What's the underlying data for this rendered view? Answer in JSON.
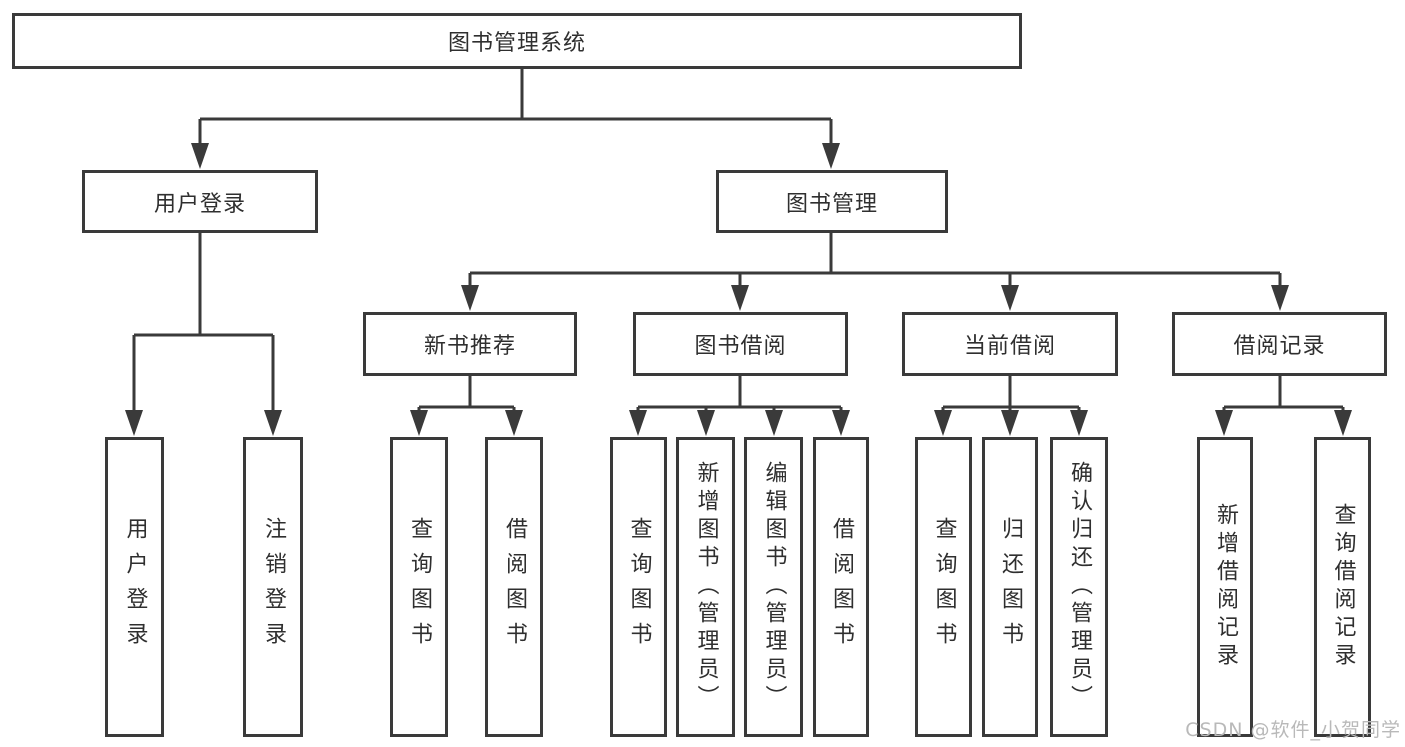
{
  "diagram": {
    "title": "图书管理系统",
    "colors": {
      "line": "#3a3a3a",
      "text": "#2f2f2f",
      "background": "#ffffff",
      "watermark": "#b9b9b9"
    },
    "level2": [
      {
        "id": "user-login",
        "label": "用户登录"
      },
      {
        "id": "book-management",
        "label": "图书管理"
      }
    ],
    "level3": [
      {
        "id": "new-book-recommend",
        "parent": "图书管理",
        "label": "新书推荐"
      },
      {
        "id": "book-borrow",
        "parent": "图书管理",
        "label": "图书借阅"
      },
      {
        "id": "current-borrow",
        "parent": "图书管理",
        "label": "当前借阅"
      },
      {
        "id": "borrow-records",
        "parent": "图书管理",
        "label": "借阅记录"
      }
    ],
    "leaves": [
      {
        "parent": "用户登录",
        "label": "用户登录"
      },
      {
        "parent": "用户登录",
        "label": "注销登录"
      },
      {
        "parent": "新书推荐",
        "label": "查询图书"
      },
      {
        "parent": "新书推荐",
        "label": "借阅图书"
      },
      {
        "parent": "图书借阅",
        "label": "查询图书"
      },
      {
        "parent": "图书借阅",
        "label": "新增图书（管理员）"
      },
      {
        "parent": "图书借阅",
        "label": "编辑图书（管理员）"
      },
      {
        "parent": "图书借阅",
        "label": "借阅图书"
      },
      {
        "parent": "当前借阅",
        "label": "查询图书"
      },
      {
        "parent": "当前借阅",
        "label": "归还图书"
      },
      {
        "parent": "当前借阅",
        "label": "确认归还（管理员）"
      },
      {
        "parent": "借阅记录",
        "label": "新增借阅记录"
      },
      {
        "parent": "借阅记录",
        "label": "查询借阅记录"
      }
    ]
  },
  "watermark": {
    "text": "CSDN @软件_小贺同学"
  }
}
